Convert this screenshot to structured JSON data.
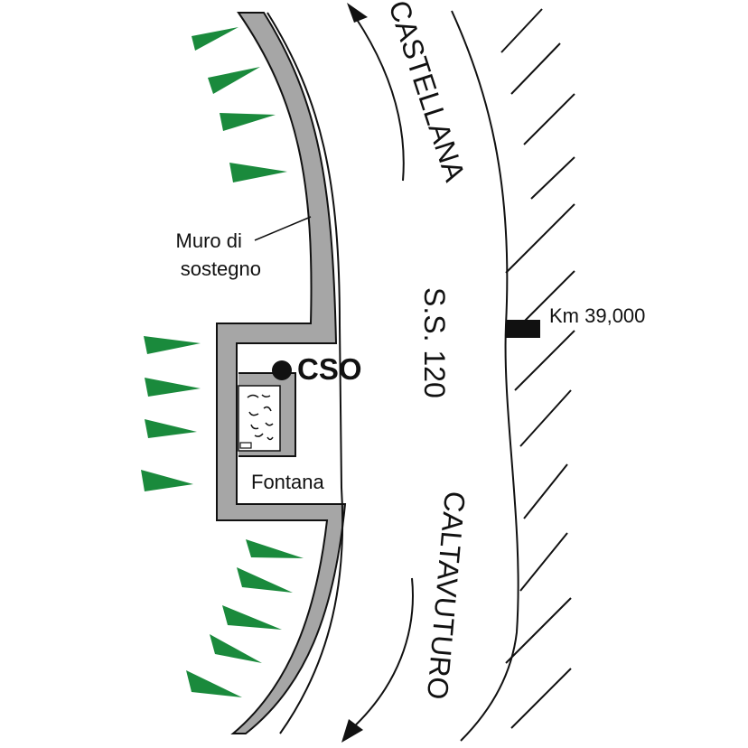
{
  "labels": {
    "north_destination": "CASTELLANA",
    "south_destination": "CALTAVUTURO",
    "road_name": "S.S. 120",
    "kilometre_marker": "Km 39,000",
    "station": "CSO",
    "retaining_wall_line1": "Muro di",
    "retaining_wall_line2": "sostegno",
    "fountain": "Fontana"
  },
  "icons": {
    "vegetation": "tree-symbol-icon",
    "direction": "arrow-icon",
    "station": "station-dot-icon",
    "kilometre": "km-marker-icon"
  },
  "colors": {
    "vegetation": "#1a8a3c",
    "wall_fill": "#a6a6a6",
    "line": "#111111",
    "background": "#ffffff"
  }
}
